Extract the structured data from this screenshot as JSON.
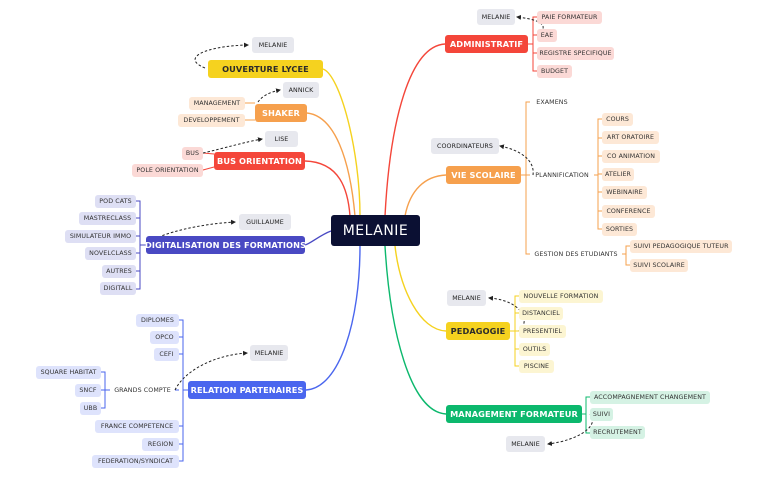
{
  "root": {
    "label": "MELANIE"
  },
  "colors": {
    "yellow": "#f5d21f",
    "orange": "#f6a04d",
    "red": "#f4463a",
    "indigo": "#4949c3",
    "blue": "#4a66ee",
    "green": "#0cb86d",
    "person": "#e7e8ee"
  },
  "branches": {
    "ouverture": {
      "label": "OUVERTURE LYCEE",
      "contact": "MELANIE"
    },
    "shaker": {
      "label": "SHAKER",
      "contact": "ANNICK",
      "children": [
        "MANAGEMENT",
        "DEVELOPPEMENT"
      ]
    },
    "bus": {
      "label": "BUS ORIENTATION",
      "contact": "LISE",
      "children": [
        "BUS",
        "POLE ORIENTATION"
      ]
    },
    "digital": {
      "label": "DIGITALISATION DES FORMATIONS",
      "contact": "GUILLAUME",
      "children": [
        "POD CATS",
        "MASTRECLASS",
        "SIMULATEUR IMMO",
        "NOVELCLASS",
        "AUTRES",
        "DIGITALL"
      ]
    },
    "relation": {
      "label": "RELATION PARTENAIRES",
      "contact": "MELANIE",
      "children": [
        "DIPLOMES",
        "OPCO",
        "CEFI",
        "GRANDS COMPTE",
        "FRANCE COMPETENCE",
        "REGION",
        "FEDERATION/SYNDICAT"
      ],
      "grands_compte_children": [
        "SQUARE HABITAT",
        "SNCF",
        "UBB"
      ]
    },
    "admin": {
      "label": "ADMINISTRATIF",
      "contact": "MELANIE",
      "children": [
        "PAIE FORMATEUR",
        "EAE",
        "REGISTRE SPECIFIQUE",
        "BUDGET"
      ]
    },
    "vie": {
      "label": "VIE SCOLAIRE",
      "contact": "COORDINATEURS",
      "children": [
        "EXAMENS",
        "PLANNIFICATION",
        "GESTION DES ETUDIANTS"
      ],
      "planification_children": [
        "COURS",
        "ART ORATOIRE",
        "CO ANIMATION",
        "ATELIER",
        "WEBINAIRE",
        "CONFERENCE",
        "SORTIES"
      ],
      "gestion_children": [
        "SUIVI PEDAGOGIQUE TUTEUR",
        "SUIVI SCOLAIRE"
      ]
    },
    "peda": {
      "label": "PEDAGOGIE",
      "contact": "MELANIE",
      "children": [
        "NOUVELLE FORMATION",
        "DISTANCIEL",
        "PRESENTIEL",
        "OUTILS",
        "PISCINE"
      ]
    },
    "mgmt": {
      "label": "MANAGEMENT FORMATEUR",
      "contact": "MELANIE",
      "children": [
        "ACCOMPAGNEMENT CHANGEMENT",
        "SUIVI",
        "RECRUTEMENT"
      ]
    }
  }
}
